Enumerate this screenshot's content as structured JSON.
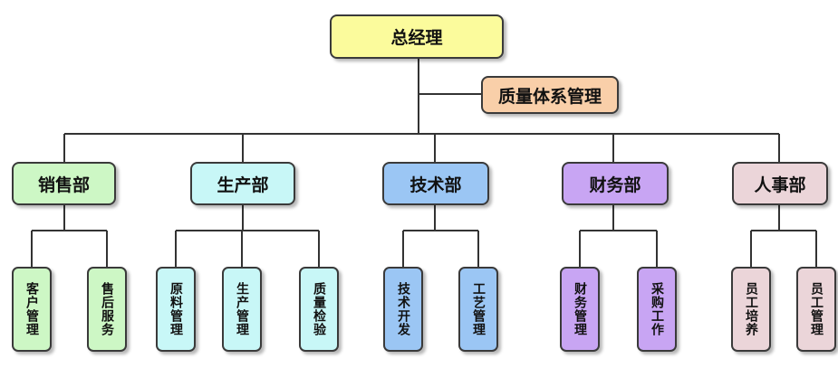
{
  "root": {
    "label": "总经理",
    "color": "#fbfb9c"
  },
  "advisory": {
    "label": "质量体系管理",
    "color": "#f9cfa9"
  },
  "departments": [
    {
      "label": "销售部",
      "color": "#cdf7c5",
      "children": [
        "客户管理",
        "售后服务"
      ]
    },
    {
      "label": "生产部",
      "color": "#c8f7f7",
      "children": [
        "原料管理",
        "生产管理",
        "质量检验"
      ]
    },
    {
      "label": "技术部",
      "color": "#9bc6f4",
      "children": [
        "技术开发",
        "工艺管理"
      ]
    },
    {
      "label": "财务部",
      "color": "#c8a5f3",
      "children": [
        "财务管理",
        "采购工作"
      ]
    },
    {
      "label": "人事部",
      "color": "#ebd5d9",
      "children": [
        "员工培养",
        "员工管理"
      ]
    }
  ]
}
